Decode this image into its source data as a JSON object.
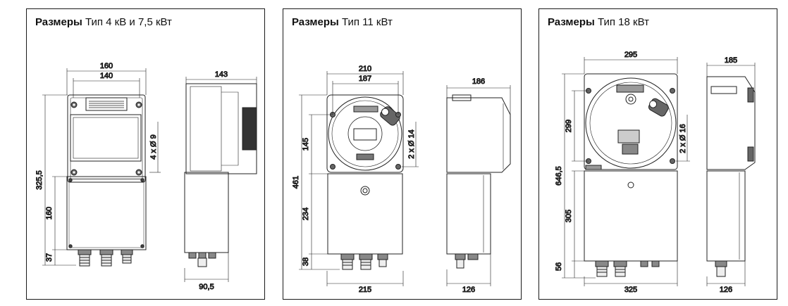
{
  "panels": [
    {
      "title_bold": "Размеры",
      "title_rest": "Тип 4 кВ и 7,5 кВт",
      "dims": {
        "w_total": "160",
        "w_inner": "140",
        "h_total": "325,5",
        "h_box": "160",
        "h_gland": "37",
        "side_w": "143",
        "side_depth": "90,5",
        "holes": "4 x Ø 9"
      }
    },
    {
      "title_bold": "Размеры",
      "title_rest": "Тип 11 кВт",
      "dims": {
        "w_total": "210",
        "w_inner": "187",
        "h_total": "461",
        "h_top": "145",
        "h_box": "234",
        "h_gland": "38",
        "side_w": "186",
        "bottom_w": "215",
        "side_depth": "126",
        "holes": "2 x Ø 14"
      }
    },
    {
      "title_bold": "Размеры",
      "title_rest": "Тип 18 кВт",
      "dims": {
        "w_total": "295",
        "h_total": "646,5",
        "h_top": "299",
        "h_box": "305",
        "h_gland": "56",
        "side_w": "185",
        "bottom_w": "325",
        "side_depth": "126",
        "holes": "2 x Ø 16"
      }
    }
  ]
}
